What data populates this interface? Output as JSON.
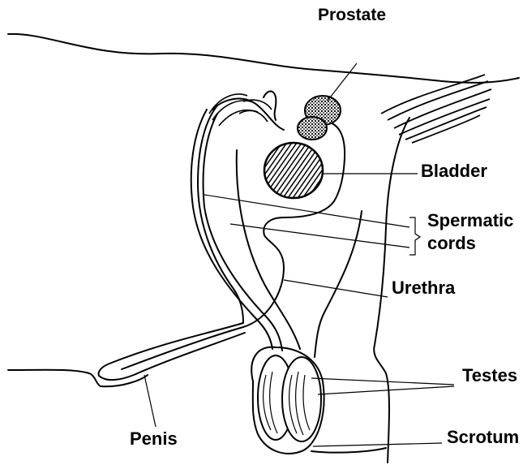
{
  "labels": {
    "prostate": "Prostate",
    "bladder": "Bladder",
    "spermatic_cords_line1": "Spermatic",
    "spermatic_cords_line2": "cords",
    "urethra": "Urethra",
    "testes": "Testes",
    "penis": "Penis",
    "scrotum": "Scrotum"
  },
  "colors": {
    "line": "#000000",
    "background": "#ffffff"
  }
}
